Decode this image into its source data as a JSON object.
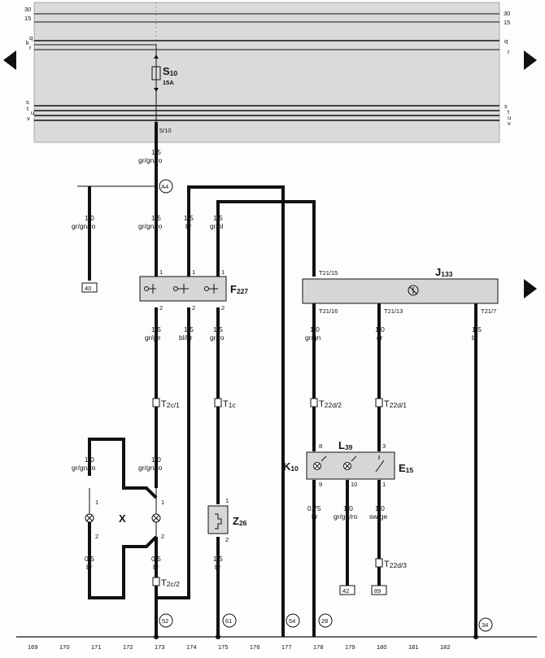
{
  "rails_top": {
    "left": [
      "30",
      "15"
    ],
    "right": [
      "30",
      "15"
    ]
  },
  "rails_q": {
    "left": [
      "q",
      "k",
      "r"
    ],
    "right": [
      "q",
      "r"
    ]
  },
  "rails_bottom": {
    "left": [
      "s",
      "t",
      "u",
      "v"
    ],
    "right": [
      "s",
      "t",
      "u",
      "v"
    ]
  },
  "fuse": {
    "name": "S",
    "sub": "10",
    "rating": "15A",
    "pin": "5/10"
  },
  "wire_main": {
    "size": "1,5",
    "color": "gr/gn/ro"
  },
  "connector_a4": "A4",
  "wires_left": [
    {
      "size": "1,0",
      "color": "gr/gn/ro"
    },
    {
      "size": "1,5",
      "color": "gr/gn/ro"
    },
    {
      "size": "1,5",
      "color": "br"
    },
    {
      "size": "1,5",
      "color": "gr/bl"
    }
  ],
  "ref_40": "40",
  "switch_block": {
    "name": "F",
    "sub": "227",
    "pin_top": "1",
    "pin_bottom": "2"
  },
  "wires_below_switch": [
    {
      "size": "1,5",
      "color": "gr/ge"
    },
    {
      "size": "1,5",
      "color": "bl/br"
    },
    {
      "size": "1,5",
      "color": "gr/ro"
    }
  ],
  "connectors_mid": [
    {
      "name": "T",
      "sub": "2c/1"
    },
    {
      "name": "T",
      "sub": "1c"
    }
  ],
  "j133": {
    "name": "J",
    "sub": "133",
    "pin_in": "T21/15",
    "pins_out": [
      "T21/16",
      "T21/13",
      "T21/7"
    ]
  },
  "wires_j133": [
    {
      "size": "1,0",
      "color": "gr/gn"
    },
    {
      "size": "1,0",
      "color": "gr"
    },
    {
      "size": "1,5",
      "color": "br"
    }
  ],
  "connectors_right": [
    {
      "name": "T",
      "sub": "22d/2"
    },
    {
      "name": "T",
      "sub": "22d/1"
    }
  ],
  "k10_group": {
    "k": {
      "name": "K",
      "sub": "10"
    },
    "l": {
      "name": "L",
      "sub": "39"
    },
    "e": {
      "name": "E",
      "sub": "15"
    },
    "pins_top": [
      "8",
      "3"
    ],
    "pins_bottom": [
      "9",
      "10",
      "1"
    ]
  },
  "wires_k10": [
    {
      "size": "0,75",
      "color": "br"
    },
    {
      "size": "1,0",
      "color": "gr/gn/ro"
    },
    {
      "size": "1,0",
      "color": "sw/ge"
    }
  ],
  "connector_t22d3": {
    "name": "T",
    "sub": "22d/3"
  },
  "refs_bottom_small": [
    "42",
    "89"
  ],
  "lamp_x": {
    "label": "X",
    "wire_top": {
      "size": "1,0",
      "color": "gr/gn/ro"
    },
    "wire_top_r": {
      "size": "1,0",
      "color": "gr/gn/ro"
    },
    "wire_bot": {
      "size": "0,5",
      "color": "br"
    },
    "wire_bot_r": {
      "size": "0,5",
      "color": "br"
    },
    "pins": [
      "1",
      "2",
      "1",
      "2"
    ]
  },
  "connector_t2c2": {
    "name": "T",
    "sub": "2c/2"
  },
  "z26": {
    "name": "Z",
    "sub": "26",
    "pins": [
      "1",
      "2"
    ],
    "wire": {
      "size": "1,5",
      "color": "br"
    }
  },
  "ground_refs": [
    "52",
    "61",
    "54",
    "28",
    "34"
  ],
  "track_numbers": [
    "169",
    "170",
    "171",
    "172",
    "173",
    "174",
    "175",
    "176",
    "177",
    "178",
    "179",
    "180",
    "181",
    "182"
  ]
}
